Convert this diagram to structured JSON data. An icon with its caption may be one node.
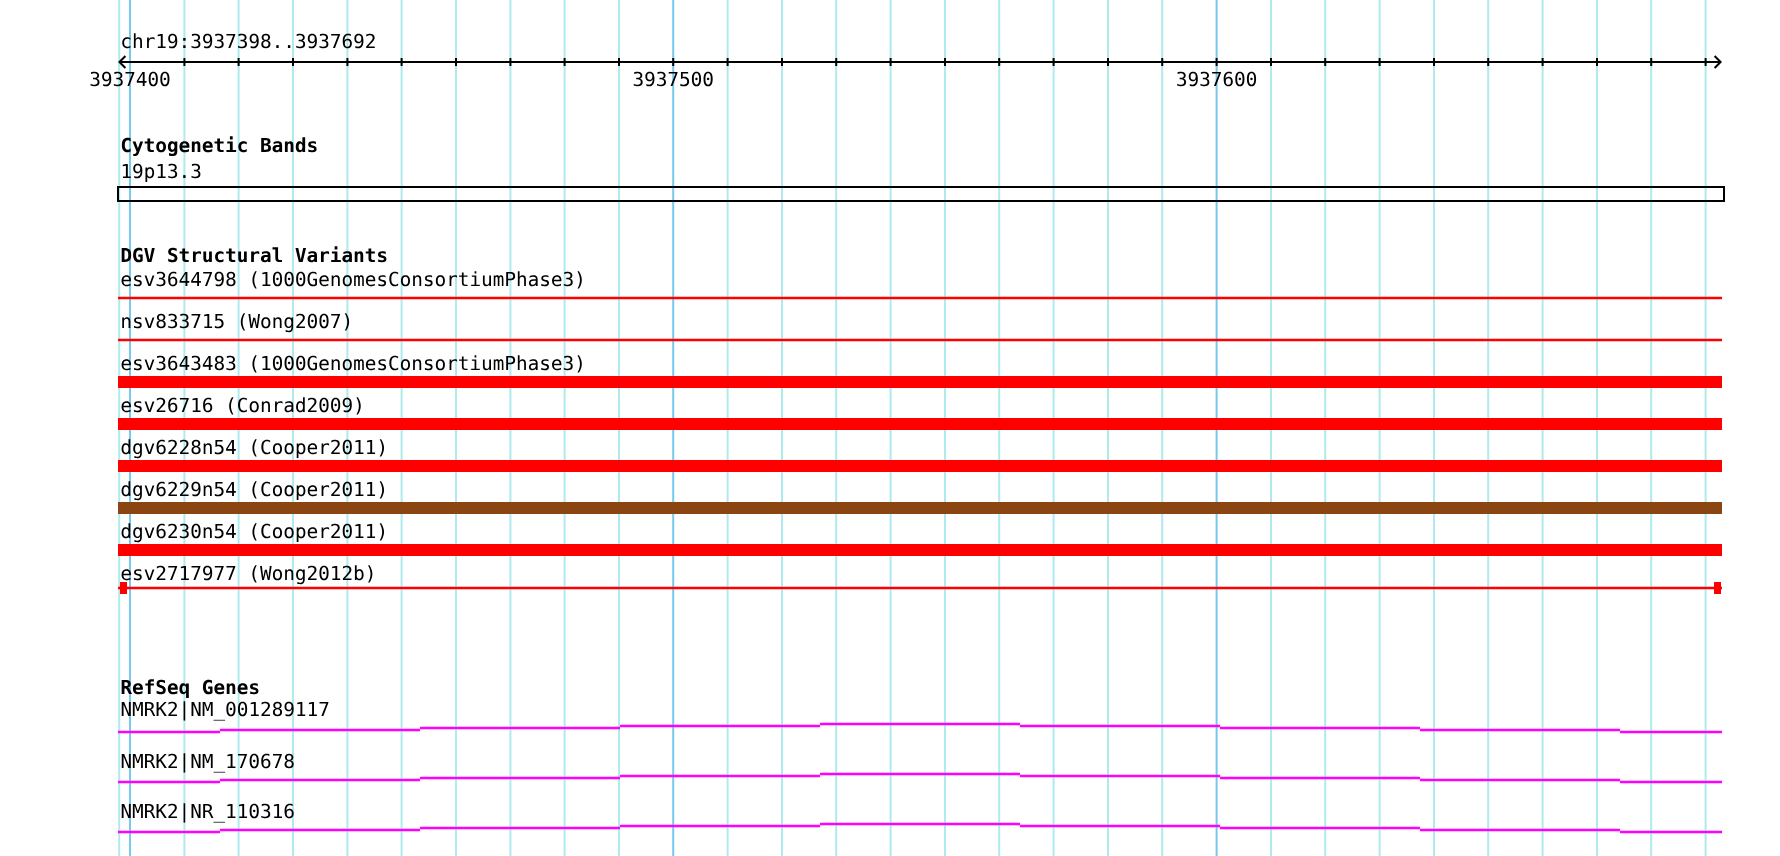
{
  "diagram": {
    "labels": [
      "chr19:3937398..3937692",
      "3937400",
      "3937500",
      "3937600",
      "Cytogenetic Bands",
      "19p13.3",
      "DGV Structural Variants",
      "esv3644798 (1000GenomesConsortiumPhase3)",
      "nsv833715 (Wong2007)",
      "esv3643483 (1000GenomesConsortiumPhase3)",
      "esv26716 (Conrad2009)",
      "dgv6228n54 (Cooper2011)",
      "dgv6229n54 (Cooper2011)",
      "dgv6230n54 (Cooper2011)",
      "esv2717977 (Wong2012b)",
      "RefSeq Genes",
      "NMRK2|NM_001289117",
      "NMRK2|NM_170678",
      "NMRK2|NR_110316"
    ]
  }
}
